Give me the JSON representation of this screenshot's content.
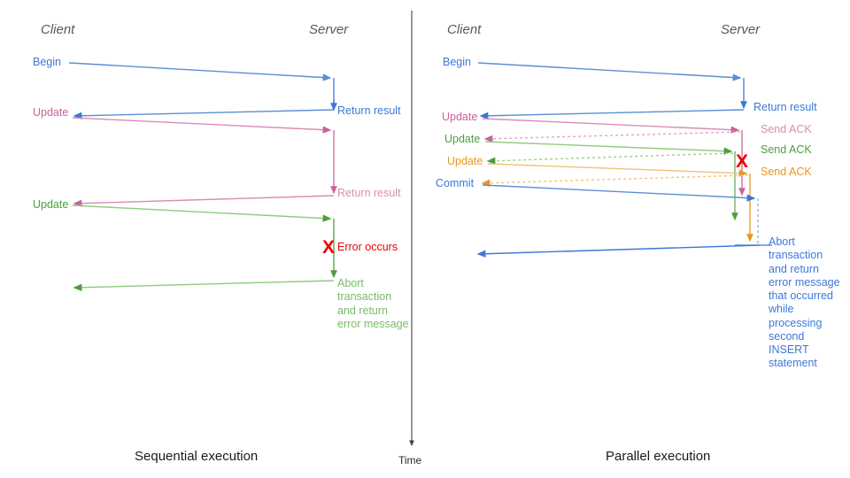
{
  "diagram": {
    "title_hidden": "",
    "divider_color": "#555555",
    "time_axis": {
      "label": "Time",
      "color": "#444444"
    },
    "colors": {
      "blue": "#3c78d8",
      "blue_light": "#7aa7e0",
      "blue_dark": "#2f6ac4",
      "pink": "#c9639a",
      "pink_light": "#e0a8c6",
      "green": "#4f9c3f",
      "green_light": "#8fcc7e",
      "orange": "#e8971e",
      "orange_light": "#f3c277",
      "red": "#ee0000",
      "gray_text": "#595959",
      "black_text": "#1a1a1a"
    },
    "left_panel": {
      "caption": "Sequential execution",
      "actors": {
        "client": "Client",
        "server": "Server"
      },
      "messages": [
        {
          "id": "begin",
          "label": "Begin",
          "color_key": "blue",
          "side": "client"
        },
        {
          "id": "return1",
          "label": "Return result",
          "color_key": "blue",
          "side": "server"
        },
        {
          "id": "update1",
          "label": "Update",
          "color_key": "pink",
          "side": "client"
        },
        {
          "id": "return2",
          "label": "Return result",
          "color_key": "pink",
          "side": "server"
        },
        {
          "id": "update2",
          "label": "Update",
          "color_key": "green",
          "side": "client"
        },
        {
          "id": "error",
          "label": "Error occurs",
          "color_key": "red",
          "side": "server"
        },
        {
          "id": "abort",
          "label": "Abort\ntransaction\nand return\nerror message",
          "color_key": "green",
          "side": "server"
        }
      ],
      "error_marker": "X"
    },
    "right_panel": {
      "caption": "Parallel execution",
      "actors": {
        "client": "Client",
        "server": "Server"
      },
      "messages": [
        {
          "id": "begin",
          "label": "Begin",
          "color_key": "blue",
          "side": "client"
        },
        {
          "id": "return1",
          "label": "Return result",
          "color_key": "blue",
          "side": "server"
        },
        {
          "id": "update1",
          "label": "Update",
          "color_key": "pink",
          "side": "client"
        },
        {
          "id": "ack1",
          "label": "Send ACK",
          "color_key": "pink",
          "side": "server"
        },
        {
          "id": "update2",
          "label": "Update",
          "color_key": "green",
          "side": "client"
        },
        {
          "id": "ack2",
          "label": "Send ACK",
          "color_key": "green",
          "side": "server"
        },
        {
          "id": "update3",
          "label": "Update",
          "color_key": "orange",
          "side": "client"
        },
        {
          "id": "ack3",
          "label": "Send ACK",
          "color_key": "orange",
          "side": "server"
        },
        {
          "id": "commit",
          "label": "Commit",
          "color_key": "blue",
          "side": "client"
        },
        {
          "id": "abort",
          "label": "Abort\ntransaction\nand return\nerror message\nthat occurred\nwhile\nprocessing\nsecond\nINSERT\nstatement",
          "color_key": "blue",
          "side": "server"
        }
      ],
      "error_marker": "X"
    }
  }
}
